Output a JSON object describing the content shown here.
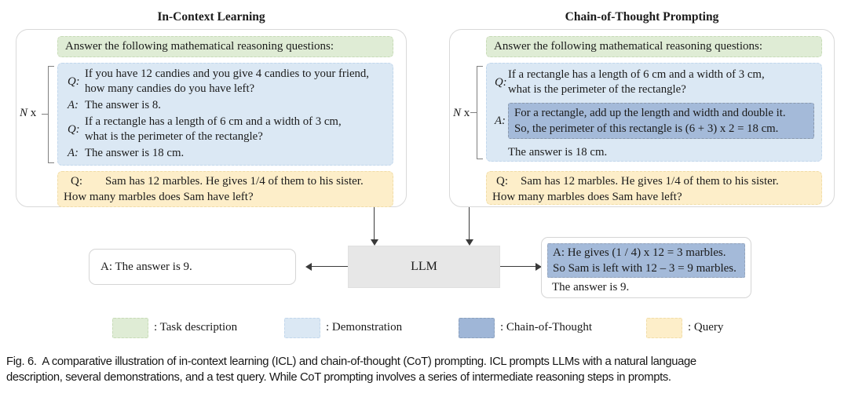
{
  "panels": {
    "icl": {
      "title": "In-Context Learning",
      "n_italic": "N",
      "n_rest": " x",
      "task": "Answer the following mathematical reasoning questions:",
      "demo": {
        "q1_label": "Q:",
        "q1_line1": "If you have 12 candies and you give 4 candies to your friend,",
        "q1_line2": "how many candies do you have left?",
        "a1_label": "A:",
        "a1_text": "The answer is 8.",
        "q2_label": "Q:",
        "q2_line1": "If a rectangle has a length of 6 cm and a width of 3 cm,",
        "q2_line2": "what is the perimeter of the rectangle?",
        "a2_label": "A:",
        "a2_text": "The answer is 18 cm."
      },
      "query": {
        "label": "Q:",
        "line1": "Sam has 12 marbles. He gives 1/4 of them to his sister.",
        "line2": "How many marbles does Sam have left?"
      }
    },
    "cot": {
      "title": "Chain-of-Thought Prompting",
      "n_italic": "N",
      "n_rest": " x",
      "task": "Answer the following mathematical reasoning questions:",
      "demo": {
        "q_label": "Q:",
        "q_line1": "If a rectangle has a length of 6 cm and a width of 3 cm,",
        "q_line2": "what is the perimeter of the rectangle?",
        "a_label": "A:",
        "cot_line1": "For a rectangle, add up the length and width and double it.",
        "cot_line2": "So, the perimeter of this rectangle is (6 + 3) x 2 = 18 cm.",
        "answer": "The answer is 18 cm."
      },
      "query": {
        "label": "Q:",
        "line1": "Sam has 12 marbles. He gives 1/4 of them to his sister.",
        "line2": "How many marbles does Sam have left?"
      }
    }
  },
  "flow": {
    "llm_label": "LLM",
    "icl_answer": "A: The answer is 9.",
    "cot_answer_line1": "A: He gives (1 / 4) x 12 = 3 marbles.",
    "cot_answer_line2": "So Sam is left with 12 – 3 = 9 marbles.",
    "cot_answer_line3": "The answer is 9."
  },
  "legend": {
    "items": [
      {
        "label": ": Task description",
        "swatch_style": "background:#dfecd5;border:1px dashed #c7dbb7"
      },
      {
        "label": ": Demonstration",
        "swatch_style": "background:#dbe8f4;border:1px dashed #c2d7ec"
      },
      {
        "label": ": Chain-of-Thought",
        "swatch_style": "background:#9fb6d7;border:1px dashed #8ba0bc"
      },
      {
        "label": ": Query",
        "swatch_style": "background:#fdeec9;border:1px dashed #f1dda8"
      }
    ]
  },
  "caption": {
    "line1": "Fig. 6.  A comparative illustration of in-context learning (ICL) and chain-of-thought (CoT) prompting. ICL prompts LLMs with a natural language",
    "line2": "description, several demonstrations, and a test query. While CoT prompting involves a series of intermediate reasoning steps in prompts."
  },
  "colors": {
    "task_description": "#dfecd5",
    "demonstration": "#dbe8f4",
    "chain_of_thought": "#9fb6d7",
    "query": "#fdeec9",
    "llm_box": "#e7e7e7"
  }
}
